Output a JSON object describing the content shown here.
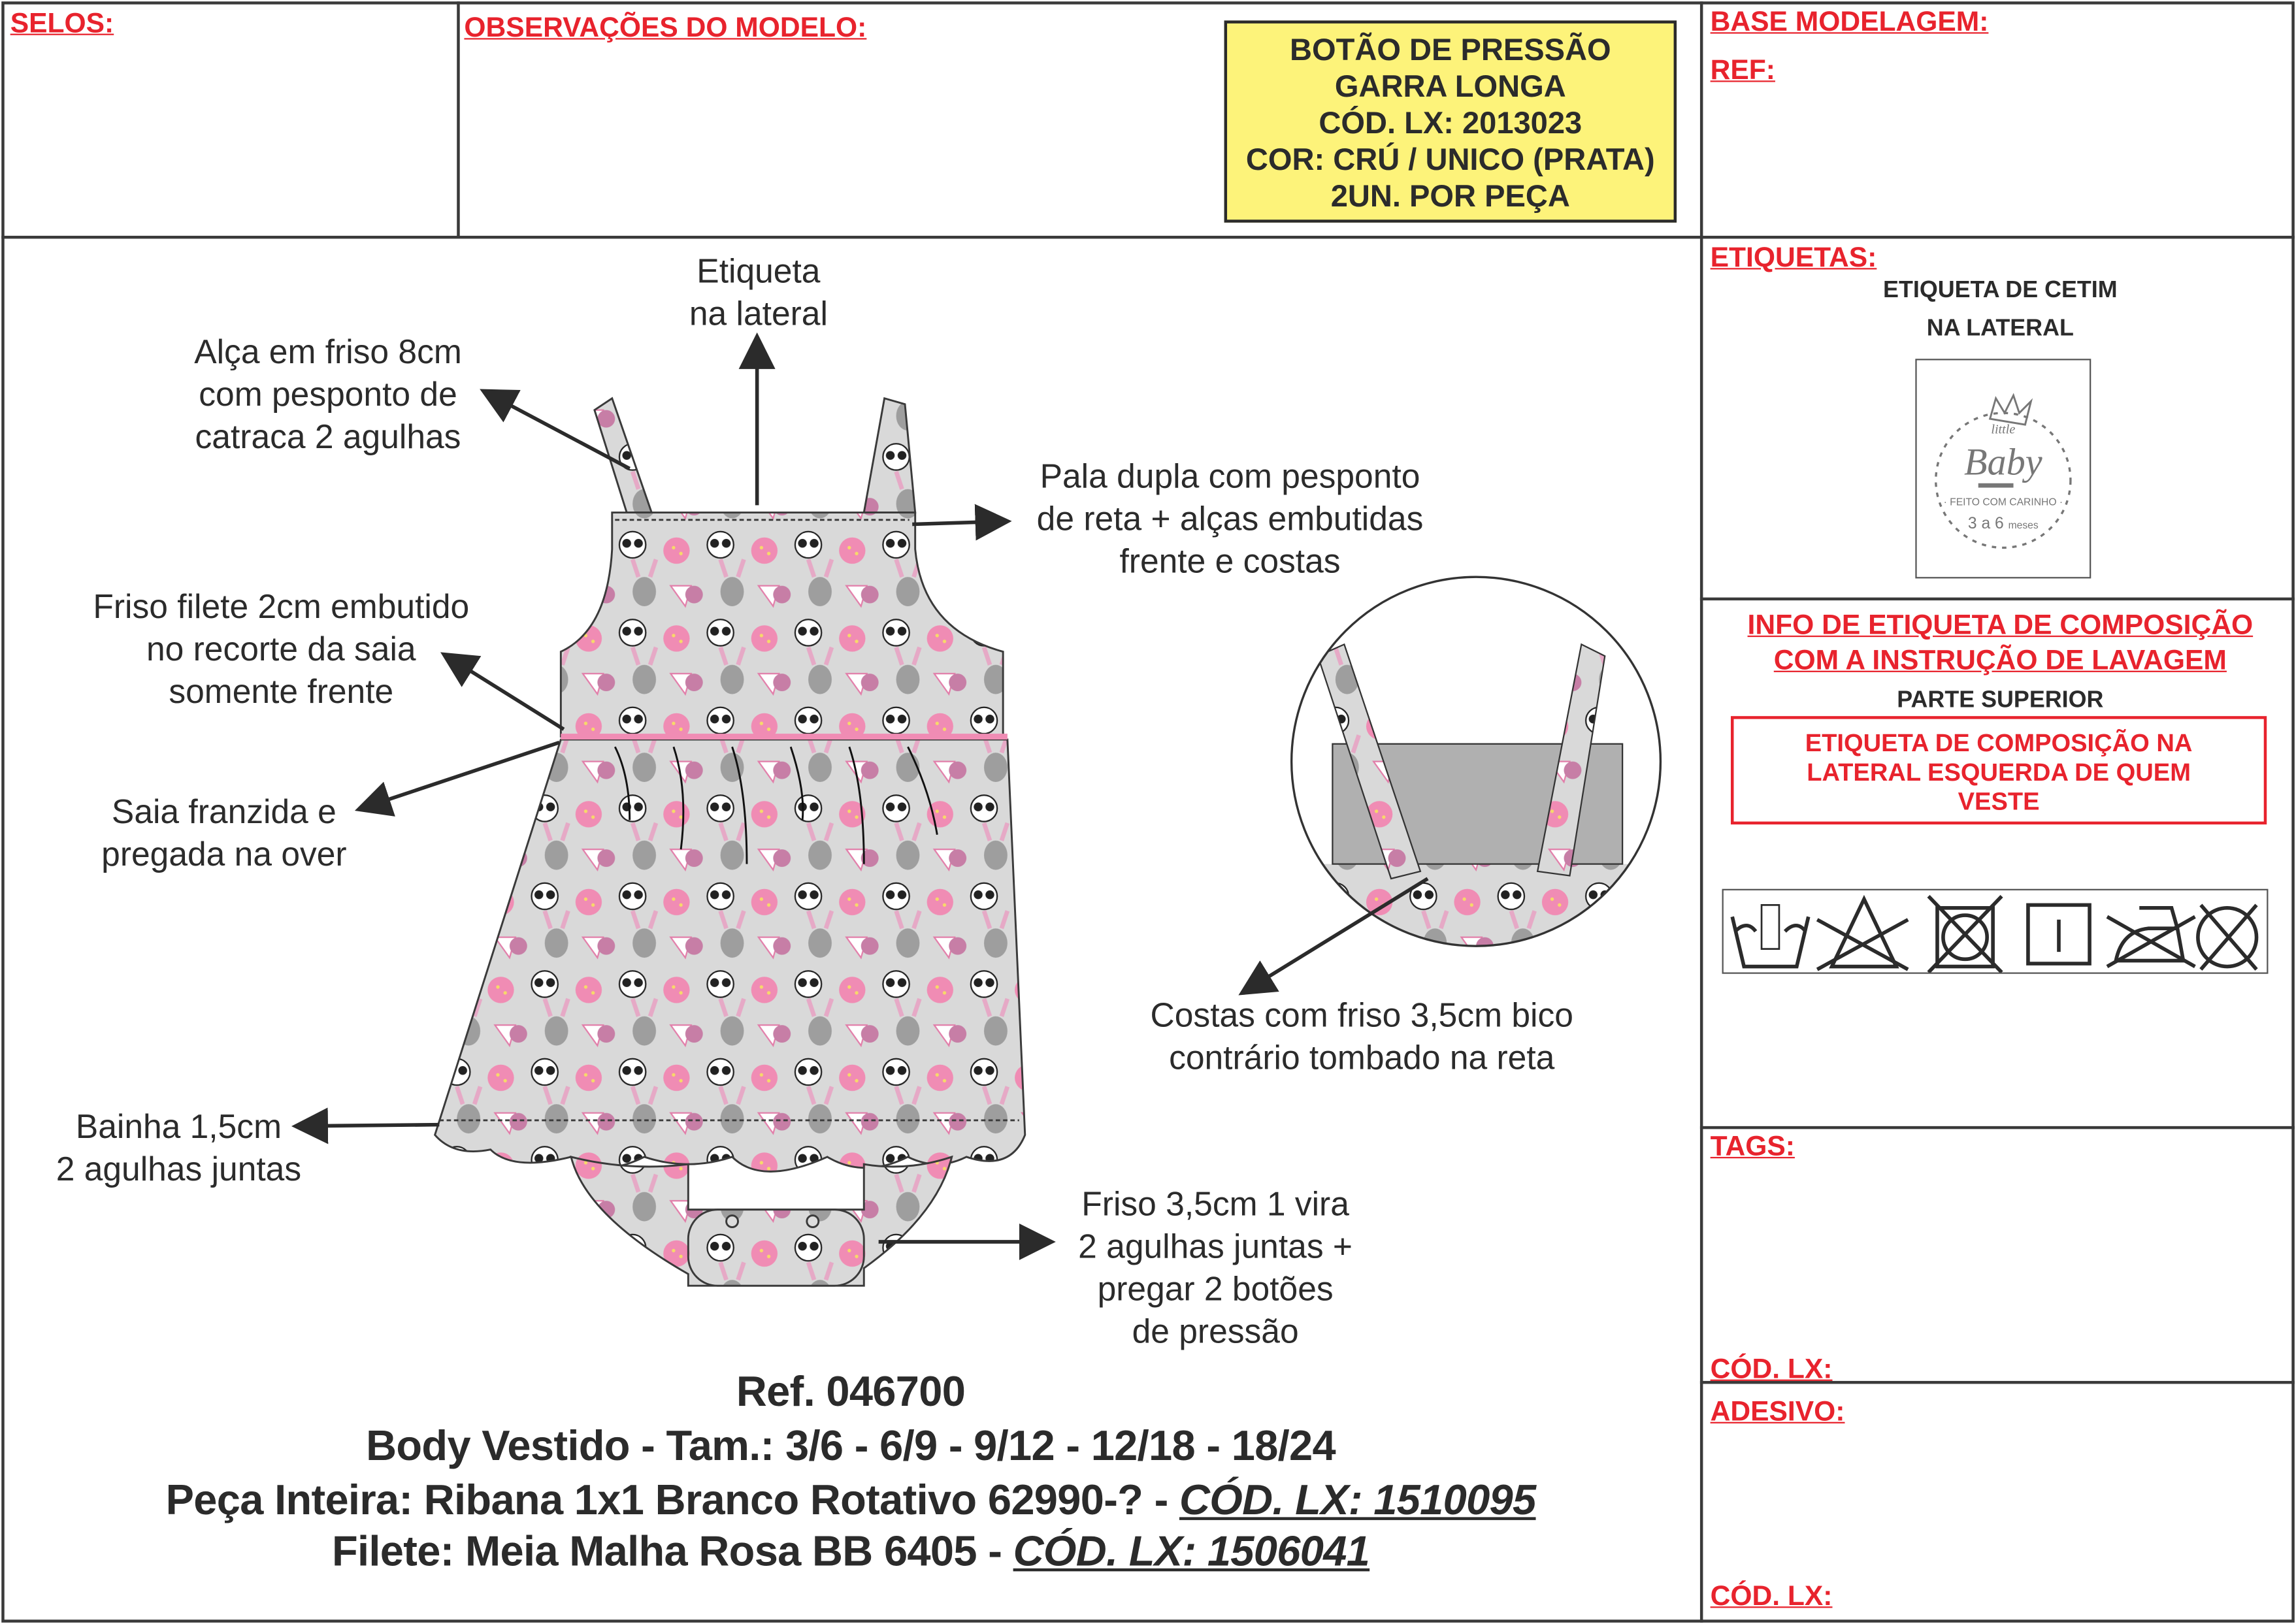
{
  "header": {
    "selos_label": "SELOS:",
    "observacoes_label": "OBSERVAÇÕES DO MODELO:",
    "base_modelagem_label": "BASE MODELAGEM:",
    "ref_label": "REF:"
  },
  "button_note": {
    "lines": [
      "BOTÃO DE PRESSÃO",
      "GARRA LONGA",
      "CÓD. LX: 2013023",
      "COR: CRÚ / UNICO (PRATA)",
      "2UN. POR PEÇA"
    ]
  },
  "etiquetas": {
    "label": "ETIQUETAS:",
    "line1": "ETIQUETA DE CETIM",
    "line2": "NA LATERAL",
    "logo_text": "little Baby — FEITO COM CARINHO — 3 a 6 meses"
  },
  "composicao": {
    "title1": "INFO DE ETIQUETA DE COMPOSIÇÃO",
    "title2": "COM A INSTRUÇÃO DE LAVAGEM",
    "subtitle": "PARTE SUPERIOR",
    "box_lines": [
      "ETIQUETA DE COMPOSIÇÃO NA",
      "LATERAL ESQUERDA DE QUEM",
      "VESTE"
    ],
    "care_icons": [
      "hand-wash-icon",
      "no-bleach-icon",
      "no-tumble-dry-icon",
      "line-dry-icon",
      "no-iron-icon",
      "no-dry-clean-icon"
    ]
  },
  "tags": {
    "label": "TAGS:",
    "cod_label": "CÓD. LX:"
  },
  "adesivo": {
    "label": "ADESIVO:",
    "cod_label": "CÓD. LX:"
  },
  "annotations": {
    "etiqueta": [
      "Etiqueta",
      "na lateral"
    ],
    "alca": [
      "Alça em friso 8cm",
      "com pesponto de",
      "catraca 2 agulhas"
    ],
    "pala": [
      "Pala dupla com pesponto",
      "de reta + alças embutidas",
      "frente e costas"
    ],
    "friso_filete": [
      "Friso filete 2cm embutido",
      "no recorte da saia",
      "somente frente"
    ],
    "saia": [
      "Saia franzida e",
      "pregada na over"
    ],
    "costas": [
      "Costas com friso 3,5cm bico",
      "contrário tombado na reta"
    ],
    "bainha": [
      "Bainha 1,5cm",
      "2 agulhas juntas"
    ],
    "friso_vira": [
      "Friso 3,5cm 1 vira",
      "2 agulhas juntas +",
      "pregar 2 botões",
      "de pressão"
    ]
  },
  "product": {
    "ref": "Ref. 046700",
    "description": "Body Vestido - Tam.: 3/6 - 6/9 - 9/12 - 12/18 - 18/24",
    "fabric_main_prefix": "Peça Inteira: Ribana 1x1 Branco Rotativo 62990-? - ",
    "fabric_main_code": "CÓD. LX: 1510095",
    "fabric_trim_prefix": "Filete: Meia Malha Rosa BB 6405 - ",
    "fabric_trim_code": "CÓD. LX: 1506041"
  },
  "colors": {
    "accent_red": "#e8232d",
    "note_yellow": "#fdf37a",
    "fabric_gray": "#d9d9d9",
    "print_pink": "#f08cb4"
  }
}
